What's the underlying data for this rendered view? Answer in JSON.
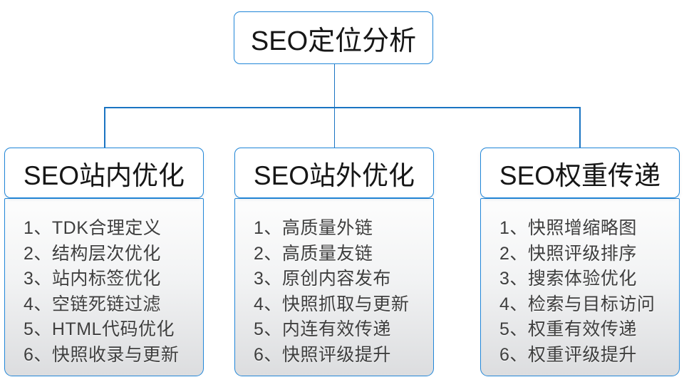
{
  "diagram": {
    "root": {
      "title": "SEO定位分析"
    },
    "columns": [
      {
        "title": "SEO站内优化",
        "items": [
          "1、TDK合理定义",
          "2、结构层次优化",
          "3、站内标签优化",
          "4、空链死链过滤",
          "5、HTML代码优化",
          "6、快照收录与更新"
        ]
      },
      {
        "title": "SEO站外优化",
        "items": [
          "1、高质量外链",
          "2、高质量友链",
          "3、原创内容发布",
          "4、快照抓取与更新",
          "5、内连有效传递",
          "6、快照评级提升"
        ]
      },
      {
        "title": "SEO权重传递",
        "items": [
          "1、快照增缩略图",
          "2、快照评级排序",
          "3、搜索体验优化",
          "4、检索与目标访问",
          "5、权重有效传递",
          "6、权重评级提升"
        ]
      }
    ],
    "colors": {
      "box_border_blue": "#2186d8",
      "connector_blue": "#1a74c2",
      "panel_gradient_top": "#fdfdfd",
      "panel_gradient_bottom": "#dcdddf",
      "title_text": "#161616",
      "item_text": "#3e3e3e"
    }
  }
}
